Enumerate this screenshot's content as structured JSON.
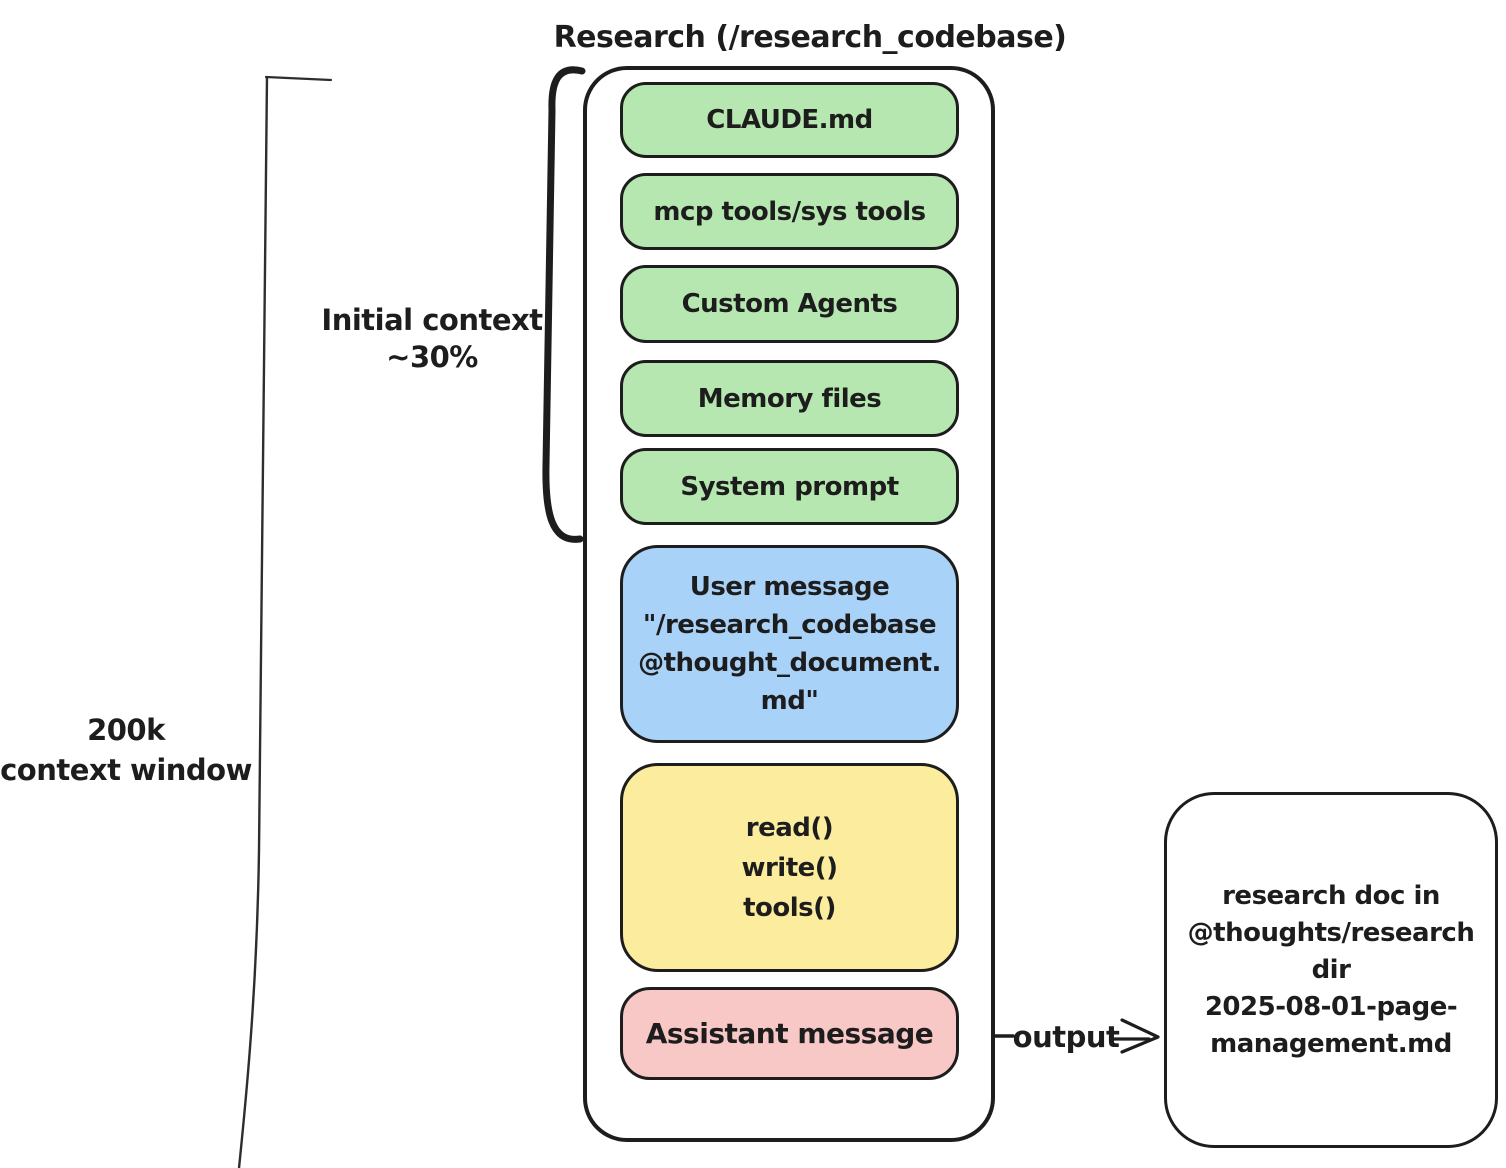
{
  "title": "Research (/research_codebase)",
  "context_window_label": {
    "line1": "200k",
    "line2": "context window"
  },
  "initial_context_label": {
    "line1": "Initial context",
    "line2": "~30%"
  },
  "stack": {
    "green_boxes": [
      "CLAUDE.md",
      "mcp tools/sys tools",
      "Custom Agents",
      "Memory files",
      "System prompt"
    ],
    "user_message": {
      "lines": [
        "User message",
        "\"/research_codebase",
        "@thought_document.",
        "md\""
      ]
    },
    "tool_calls": {
      "lines": [
        "read()",
        "write()",
        "tools()"
      ]
    },
    "assistant_message": "Assistant message"
  },
  "output": {
    "label": "output",
    "doc_box_lines": [
      "research doc in",
      "@thoughts/research",
      "dir",
      "2025-08-01-page-",
      "management.md"
    ]
  },
  "colors": {
    "green": "#b7e7b0",
    "blue": "#a9d2f8",
    "yellow": "#fcec9e",
    "pink": "#f7c8c5",
    "ink": "#1d1d1d"
  }
}
